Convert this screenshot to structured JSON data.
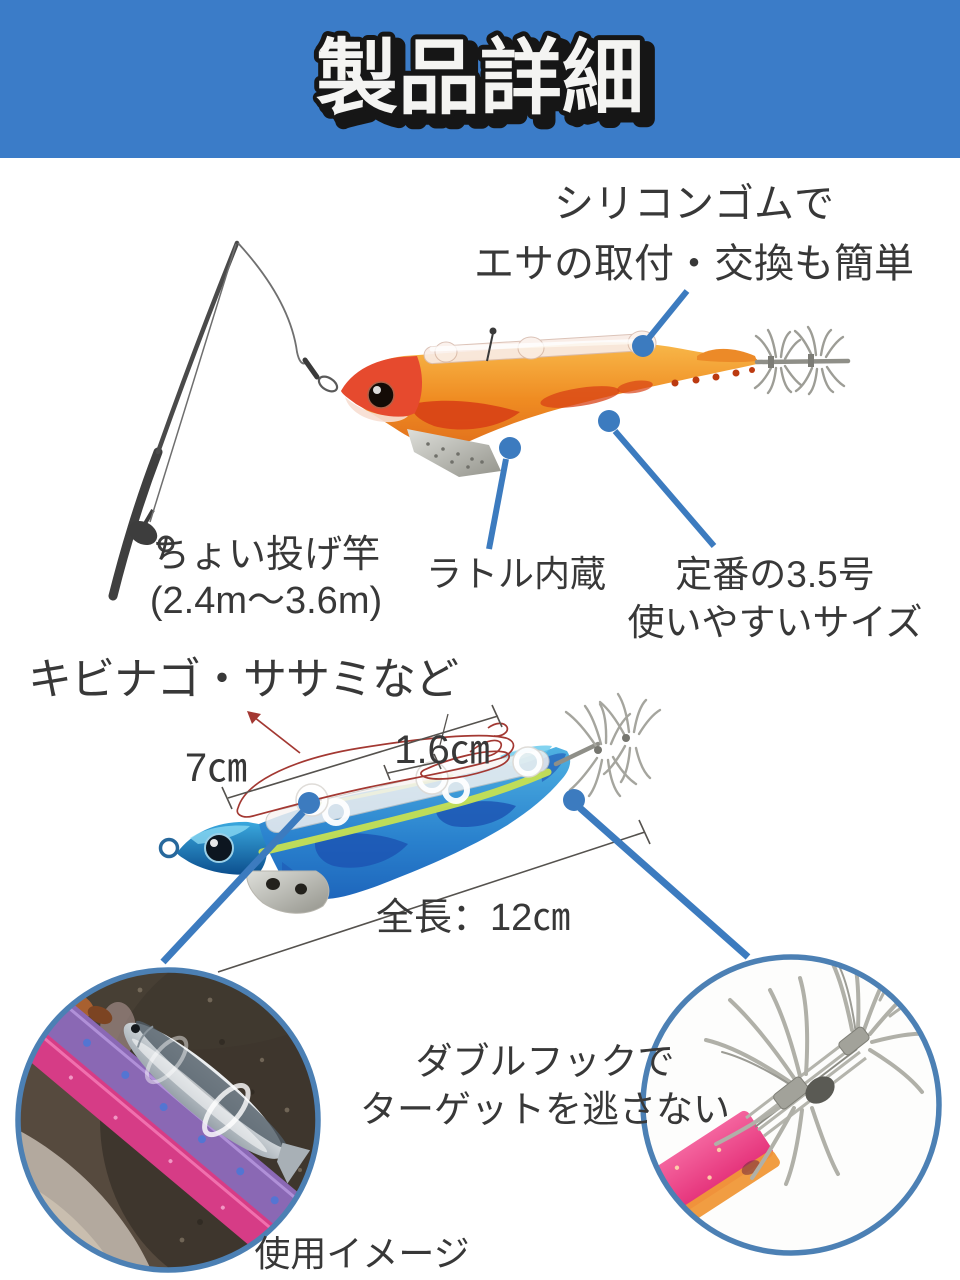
{
  "header": {
    "title": "製品詳細"
  },
  "colors": {
    "header_bg": "#3b7cc8",
    "accent_blue": "#3c7bbf",
    "circle_border": "#4c80b4",
    "text": "#383838"
  },
  "top_section": {
    "silicone_note": {
      "line1": "シリコンゴムで",
      "line2": "エサの取付・交換も簡単"
    },
    "rod_caption": {
      "line1": "ちょい投げ竿",
      "line2": "(2.4m〜3.6m)"
    },
    "rattle_label": "ラトル内蔵",
    "size_note": {
      "line1": "定番の3.5号",
      "line2": "使いやすいサイズ"
    }
  },
  "middle_section": {
    "bait_heading": "キビナゴ・ササミなど",
    "dimensions": {
      "sleeve_length": "7㎝",
      "band_width": "1.6㎝",
      "total_length": "全長：12㎝"
    }
  },
  "bottom_section": {
    "hook_note": {
      "line1": "ダブルフックで",
      "line2": "ターゲットを逃さない"
    },
    "usage_caption": "使用イメージ"
  }
}
